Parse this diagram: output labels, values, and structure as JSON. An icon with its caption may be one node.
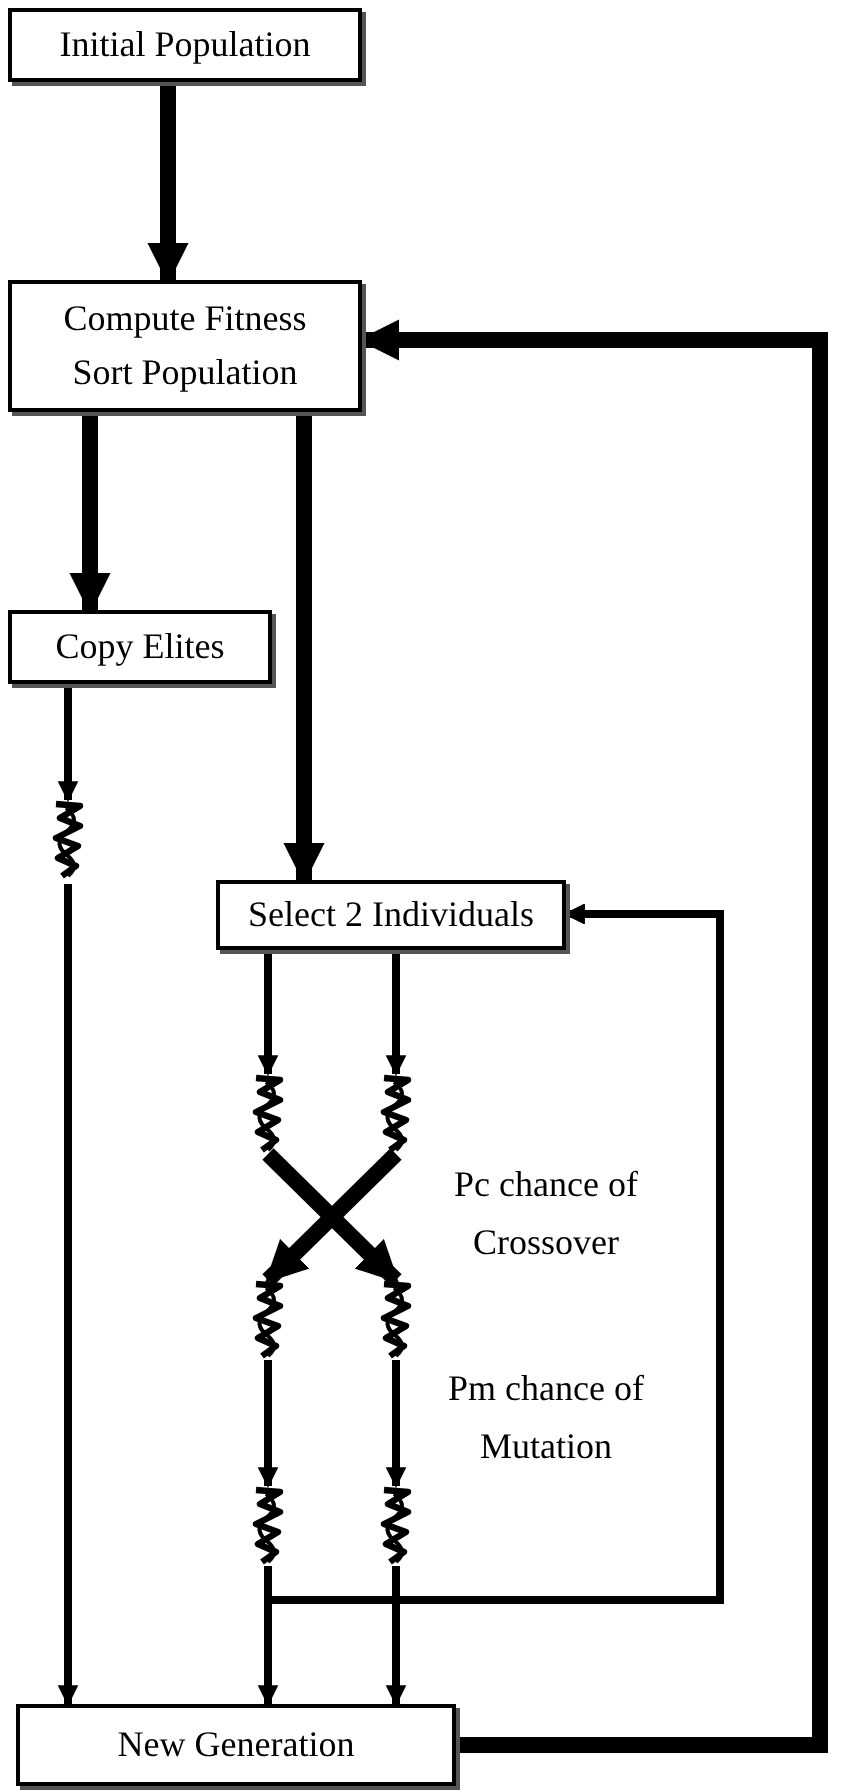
{
  "diagram": {
    "nodes": [
      {
        "text": [
          "Initial Population"
        ]
      },
      {
        "text": [
          "Compute Fitness",
          "Sort Population"
        ]
      },
      {
        "text": [
          "Copy Elites"
        ]
      },
      {
        "text": [],
        "shape": "chromosome"
      },
      {
        "text": [
          "Select 2 Individuals"
        ]
      },
      {
        "text": [],
        "shape": "chromosome"
      },
      {
        "text": [],
        "shape": "chromosome"
      },
      {
        "text": [],
        "shape": "chromosome"
      },
      {
        "text": [],
        "shape": "chromosome"
      },
      {
        "text": [],
        "shape": "chromosome"
      },
      {
        "text": [],
        "shape": "chromosome"
      },
      {
        "text": [
          "New Generation"
        ]
      }
    ],
    "edges": [
      {
        "from": 0,
        "to": 1,
        "arrow": "to",
        "style": "thick"
      },
      {
        "from": 1,
        "to": 2,
        "arrow": "to",
        "style": "thick"
      },
      {
        "from": 1,
        "to": 4,
        "arrow": "to",
        "style": "thick"
      },
      {
        "from": 2,
        "to": 3,
        "arrow": "to"
      },
      {
        "from": 3,
        "to": 11,
        "arrow": "to"
      },
      {
        "from": 4,
        "to": 5,
        "arrow": "to"
      },
      {
        "from": 4,
        "to": 6,
        "arrow": "to"
      },
      {
        "from": 5,
        "to": 8,
        "arrow": "to",
        "style": "thick"
      },
      {
        "from": 6,
        "to": 7,
        "arrow": "to",
        "style": "thick"
      },
      {
        "from": 7,
        "to": 9,
        "arrow": "to"
      },
      {
        "from": 8,
        "to": 10,
        "arrow": "to"
      },
      {
        "from": 9,
        "to": 11,
        "arrow": "to"
      },
      {
        "from": 10,
        "to": 11,
        "arrow": "to"
      },
      {
        "from": 9,
        "to": 4,
        "arrow": "to"
      },
      {
        "from": 10,
        "to": 4,
        "arrow": "to"
      },
      {
        "from": 11,
        "to": 1,
        "arrow": "to",
        "style": "thick"
      }
    ],
    "labels": [
      "Pc chance of Crossover",
      "Pm chance of Mutation"
    ]
  }
}
